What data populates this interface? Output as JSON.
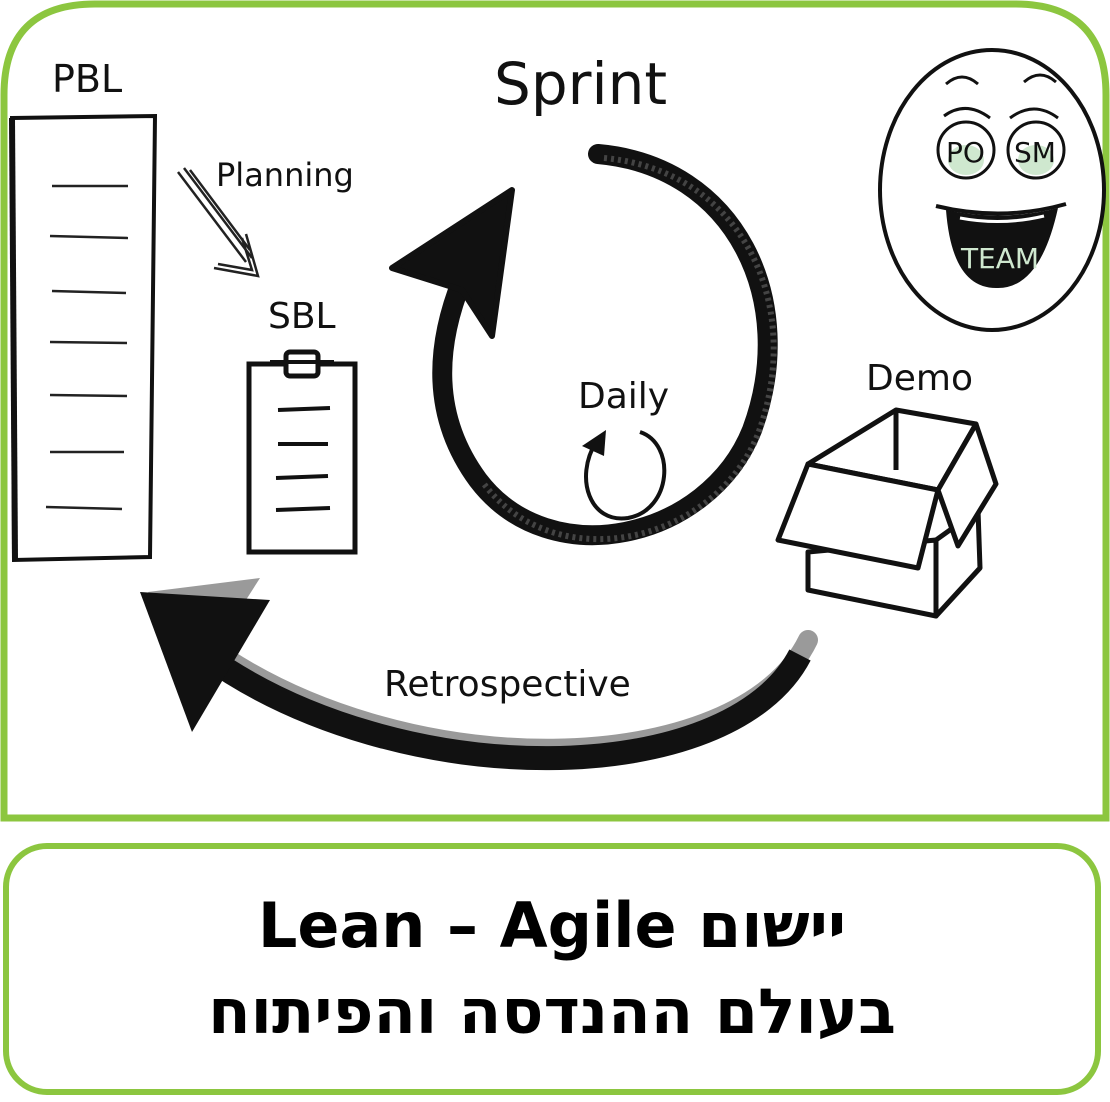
{
  "colors": {
    "frame": "#8cc63f",
    "ink": "#111111",
    "eye_tint": "#cfe8cf",
    "caption_text": "#000000"
  },
  "diagram": {
    "pbl_label": "PBL",
    "planning_label": "Planning",
    "sbl_label": "SBL",
    "sprint_label": "Sprint",
    "daily_label": "Daily",
    "demo_label": "Demo",
    "retrospective_label": "Retrospective",
    "team_face": {
      "left_eye": "PO",
      "right_eye": "SM",
      "mouth": "TEAM"
    },
    "icons": [
      "backlog-list-icon",
      "clipboard-icon",
      "sprint-cycle-arrow-icon",
      "daily-cycle-arrow-icon",
      "open-box-icon",
      "retrospective-arrow-icon",
      "smiley-face-icon"
    ]
  },
  "caption": {
    "line1": "יישום Lean – Agile",
    "line2": "בעולם ההנדסה והפיתוח"
  }
}
